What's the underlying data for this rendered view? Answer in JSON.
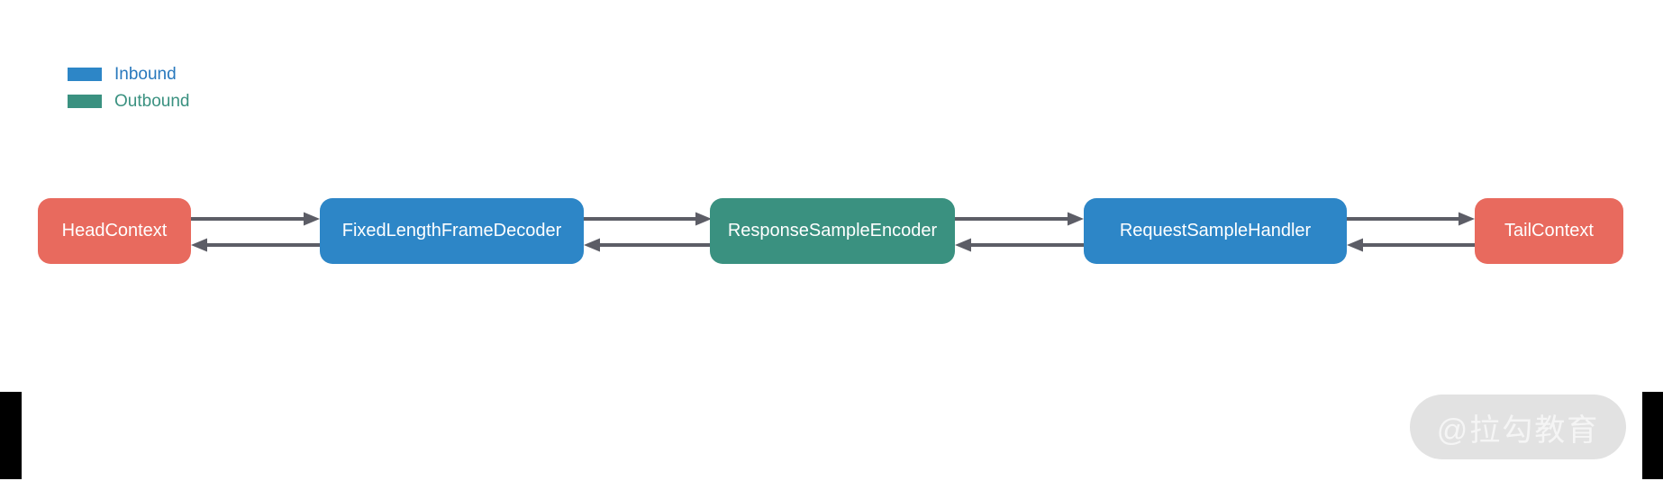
{
  "colors": {
    "inbound": "#2d86c7",
    "outbound": "#3a9180",
    "context": "#e86a5e",
    "arrow": "#5c5d66",
    "inbound_label_text": "#2878bd",
    "outbound_label_text": "#3a9180",
    "watermark_bg": "#e2e2e2",
    "watermark_text": "#f5f5f5"
  },
  "legend": {
    "items": [
      {
        "label": "Inbound",
        "color": "#2d86c7",
        "text_color": "#2878bd"
      },
      {
        "label": "Outbound",
        "color": "#3a9180",
        "text_color": "#3a9180"
      }
    ]
  },
  "pipeline": {
    "nodes": [
      {
        "label": "HeadContext",
        "type": "context",
        "color": "#e86a5e"
      },
      {
        "label": "FixedLengthFrameDecoder",
        "type": "inbound",
        "color": "#2d86c7"
      },
      {
        "label": "ResponseSampleEncoder",
        "type": "outbound",
        "color": "#3a9180"
      },
      {
        "label": "RequestSampleHandler",
        "type": "inbound",
        "color": "#2d86c7"
      },
      {
        "label": "TailContext",
        "type": "context",
        "color": "#e86a5e"
      }
    ]
  },
  "watermark": {
    "text": "@拉勾教育"
  }
}
